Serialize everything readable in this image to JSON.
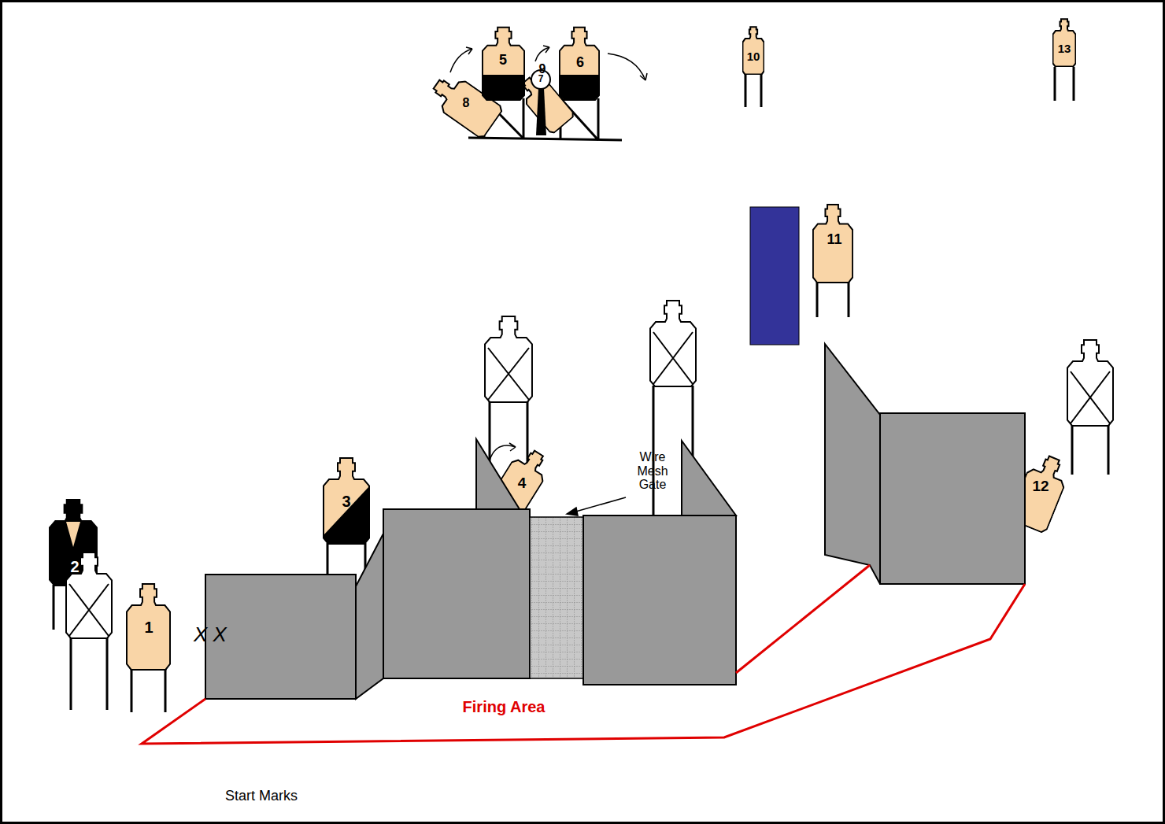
{
  "diagram": {
    "labels": [
      "5",
      "9",
      "6",
      "10",
      "13",
      "8",
      "7",
      "11",
      "3",
      "4",
      "Wire Mesh Gate",
      "12",
      "2",
      "1",
      "Firing Area",
      "X X",
      "Start Marks"
    ]
  }
}
